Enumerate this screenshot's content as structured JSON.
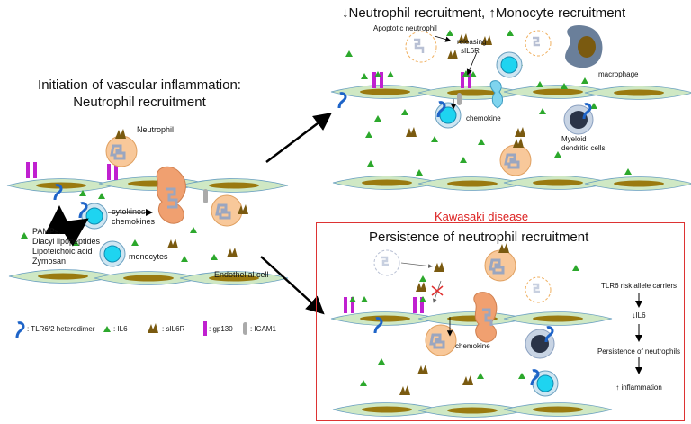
{
  "left": {
    "title_line1": "Initiation of vascular inflammation:",
    "title_line2": "Neutrophil recruitment",
    "neutrophil_label": "Neutrophil",
    "cytokines_label": "cytokines",
    "chemokines_label": "chemokines",
    "pamps_lines": [
      "PAMPs:",
      "Diacyl lipopeptides",
      "Lipoteichoic acid",
      "Zymosan"
    ],
    "monocytes_label": "monocytes",
    "endothelial_label": "Endothelial cell"
  },
  "legend": {
    "tlr": ": TLR6/2 heterodimer",
    "il6": ": IL6",
    "sil6r": ": sIL6R",
    "gp130": ": gp130",
    "icam1": ": ICAM1"
  },
  "top_right": {
    "title_part1": "Neutrophil recruitment,",
    "title_part2": "Monocyte recruitment",
    "apoptotic_label": "Apoptotic neutrophil",
    "releasing_line1": "releasing",
    "releasing_line2": "sIL6R",
    "macrophage_label": "macrophage",
    "chemokine_label": "chemokine",
    "myeloid_line1": "Myeloid",
    "myeloid_line2": "dendritic cells"
  },
  "kawasaki": {
    "header": "Kawasaki disease",
    "title": "Persistence of neutrophil recruitment",
    "chemokine_label": "chemokine",
    "flow": [
      "TLR6 risk allele carriers",
      "IL6",
      "Persistence of neutrophils",
      "inflammation"
    ]
  },
  "colors": {
    "endothelium": "#cfe8c4",
    "nucleus": "#9a7a10",
    "neutrophil": "#f8c89a",
    "monocyte": "#1ed4f0",
    "gp130": "#c020d0",
    "il6": "#2ca82c",
    "sil6r": "#7a5a10",
    "tlr": "#1e64c8",
    "macrophage": "#6a7f9a",
    "kawasaki_border": "#d33333"
  }
}
